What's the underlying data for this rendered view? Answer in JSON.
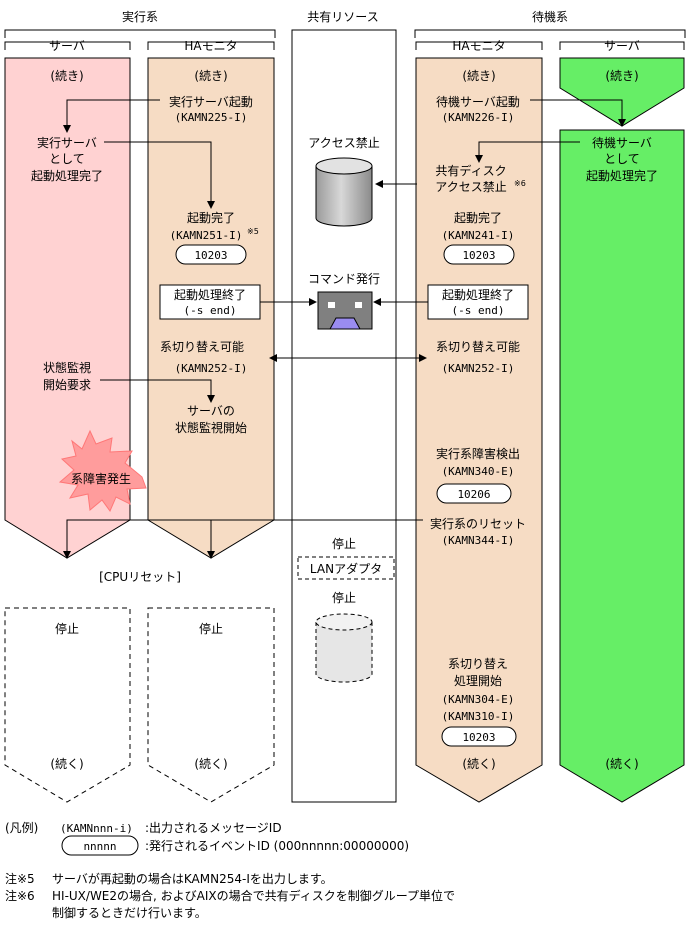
{
  "headers": {
    "active": "実行系",
    "shared": "共有リソース",
    "standby": "待機系"
  },
  "columns": {
    "active_server": "サーバ",
    "active_ha": "HAモニタ",
    "standby_ha": "HAモニタ",
    "standby_server": "サーバ"
  },
  "continued": "(続き)",
  "continues": "(続く)",
  "active_server_col": {
    "ready": [
      "実行サーバ",
      "として",
      "起動処理完了"
    ],
    "monitor_request": [
      "状態監視",
      "開始要求"
    ],
    "failure": "系障害発生"
  },
  "active_ha_col": {
    "start": "実行サーバ起動",
    "start_id": "(KAMN225-I)",
    "done": "起動完了",
    "done_id": "(KAMN251-I)",
    "done_note": "※5",
    "done_event": "10203",
    "end_box": [
      "起動処理終了",
      "(-s end)"
    ],
    "switchable": "系切り替え可能",
    "switchable_id": "(KAMN252-I)",
    "monitor_start": [
      "サーバの",
      "状態監視開始"
    ]
  },
  "shared_col": {
    "access_deny": "アクセス禁止",
    "command": "コマンド発行",
    "stop1": "停止",
    "lan_adapter": "LANアダプタ",
    "stop2": "停止"
  },
  "standby_ha_col": {
    "start": "待機サーバ起動",
    "start_id": "(KAMN226-I)",
    "disk_deny": [
      "共有ディスク",
      "アクセス禁止"
    ],
    "disk_note": "※6",
    "done": "起動完了",
    "done_id": "(KAMN241-I)",
    "done_event": "10203",
    "end_box": [
      "起動処理終了",
      "(-s end)"
    ],
    "switchable": "系切り替え可能",
    "switchable_id": "(KAMN252-I)",
    "detect": "実行系障害検出",
    "detect_id": "(KAMN340-E)",
    "detect_event": "10206",
    "reset": "実行系のリセット",
    "reset_id": "(KAMN344-I)",
    "switch_start": [
      "系切り替え",
      "処理開始"
    ],
    "switch_ids": [
      "(KAMN304-E)",
      "(KAMN310-I)"
    ],
    "switch_event": "10203"
  },
  "standby_server_col": {
    "ready": [
      "待機サーバ",
      "として",
      "起動処理完了"
    ]
  },
  "cpu_reset": "[CPUリセット]",
  "stopped": "停止",
  "legend": {
    "title": "(凡例)",
    "msg_sample": "(KAMNnnn-i)",
    "msg_desc": ":出力されるメッセージID",
    "event_sample": "nnnnn",
    "event_desc": ":発行されるイベントID (000nnnnn:00000000)"
  },
  "notes": [
    {
      "mark": "注※5",
      "text": "サーバが再起動の場合はKAMN254-Iを出力します。"
    },
    {
      "mark": "注※6",
      "text": "HI-UX/WE2の場合, およびAIXの場合で共有ディスクを制御グループ単位で"
    },
    {
      "mark": "",
      "text": "制御するときだけ行います。"
    }
  ],
  "colors": {
    "active_server_fill": "#ffd2d2",
    "ha_fill": "#f6dcc4",
    "standby_server_fill": "#66ee66",
    "burst_fill": "#ff9c9c"
  }
}
